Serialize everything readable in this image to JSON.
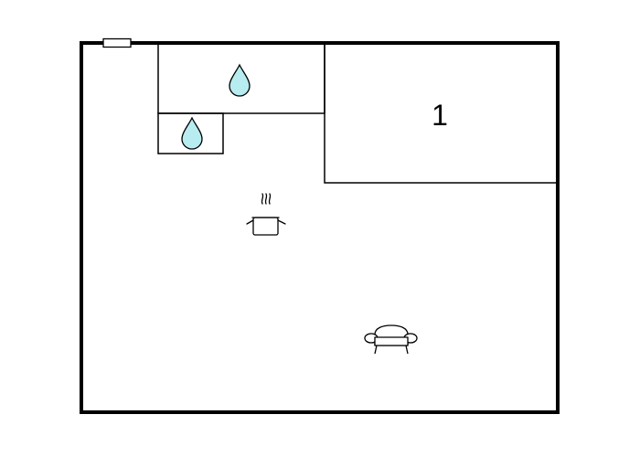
{
  "floor_plan": {
    "rooms": [
      {
        "id": "bathroom-large",
        "type": "bathroom",
        "icon": "water-drop-icon",
        "label": ""
      },
      {
        "id": "bathroom-small",
        "type": "bathroom",
        "icon": "water-drop-icon",
        "label": ""
      },
      {
        "id": "bedroom",
        "type": "bedroom",
        "icon": "",
        "label": "1"
      },
      {
        "id": "living-area",
        "type": "living-kitchen",
        "icon": "",
        "label": ""
      }
    ],
    "fixtures": [
      {
        "id": "kitchen",
        "icon": "cooking-pot-icon"
      },
      {
        "id": "lounge",
        "icon": "sofa-icon"
      }
    ],
    "features": [
      {
        "id": "window",
        "icon": "window-marker"
      }
    ],
    "colors": {
      "wall": "#000000",
      "water": "#b7ecf0",
      "water_outline": "#000000",
      "background": "#ffffff"
    }
  }
}
